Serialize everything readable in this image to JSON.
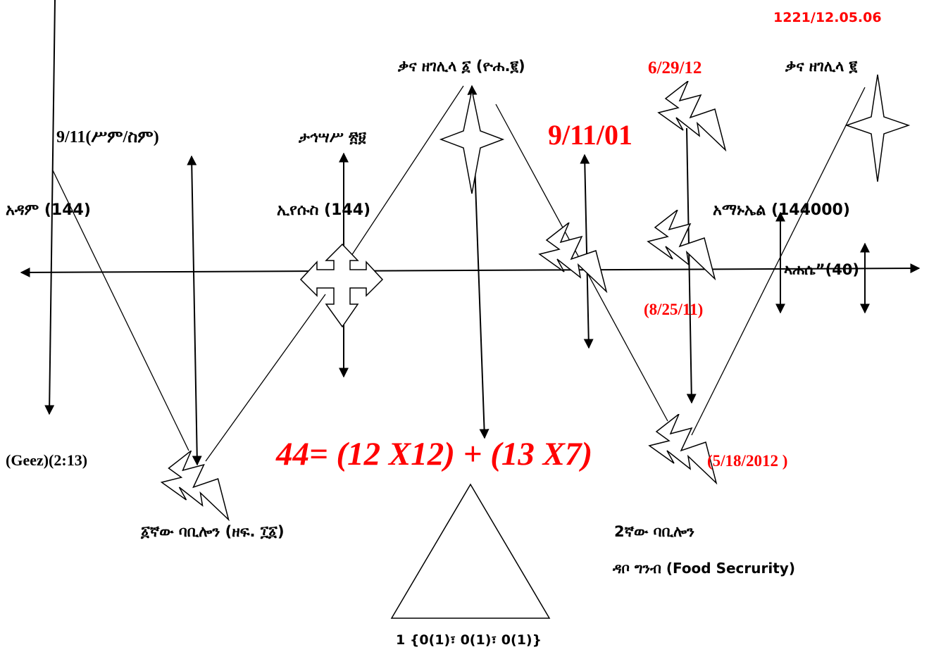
{
  "colors": {
    "red": "#ff0000",
    "black": "#000000"
  },
  "labels": {
    "top_right_code": "1221/12.05.06",
    "cana_left": "ቃና ዘገሊላ ፩ (ዮሐ.፪)",
    "cana_right": "ቃና ዘገሊላ ፪",
    "date_6_29_12": "6/29/12",
    "date_9_11_01": "9/11/01",
    "date_9_11_left": "9/11(ሥም/ስም)",
    "tagmash": "ታኅሣሥ ፳፱",
    "adam": "አዳም (144)",
    "iyesus": "ኢየሱስ  (144)",
    "amanuel": "አማኑኤል (144000)",
    "kalid": "ኣሐሴ”(40)",
    "date_8_25_11": "(8/25/11)",
    "geez": "(Geez)(2:13)",
    "equation": "44= (12 X12) + (13 X7)",
    "date_5_18_2012": "(5/18/2012 )",
    "babylon_1": "፩ኛው ባቢሎን  (ዘፍ. ፲፩)",
    "babylon_2": "2ኛው ባቢሎን",
    "food_security": "ዳቦ ግንብ (Food Secrurity)",
    "triangle_caption": "1 {0(1)፣ 0(1)፣ 0(1)}"
  },
  "icons": [
    "lightning-bolt-icon",
    "four-point-star-icon",
    "four-way-arrow-icon",
    "triangle-shape"
  ]
}
